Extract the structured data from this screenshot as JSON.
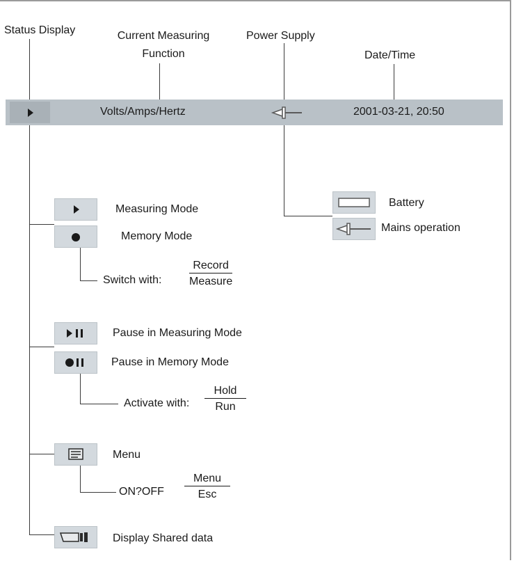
{
  "callouts": {
    "status_display": "Status Display",
    "current_measuring_function_line1": "Current Measuring",
    "current_measuring_function_line2": "Function",
    "power_supply": "Power Supply",
    "date_time": "Date/Time"
  },
  "status_bar": {
    "function_text": "Volts/Amps/Hertz",
    "datetime_text": "2001-03-21, 20:50",
    "mode_icon": "play-icon",
    "power_icon": "plug-icon"
  },
  "power": {
    "battery_label": "Battery",
    "mains_label": "Mains operation"
  },
  "modes": {
    "measuring_mode": "Measuring Mode",
    "memory_mode": "Memory Mode",
    "switch_with": "Switch with:",
    "switch_num": "Record",
    "switch_den": "Measure"
  },
  "pause": {
    "pause_measuring": "Pause in Measuring Mode",
    "pause_memory": "Pause in Memory Mode",
    "activate_with": "Activate with:",
    "activate_num": "Hold",
    "activate_den": "Run"
  },
  "menu": {
    "menu_label": "Menu",
    "on_off": "ON?OFF",
    "menu_num": "Menu",
    "menu_den": "Esc"
  },
  "shared": {
    "display_shared": "Display Shared data"
  },
  "colors": {
    "bar": "#b9c1c7",
    "button": "#d3d9de",
    "line": "#3a3a3a"
  }
}
